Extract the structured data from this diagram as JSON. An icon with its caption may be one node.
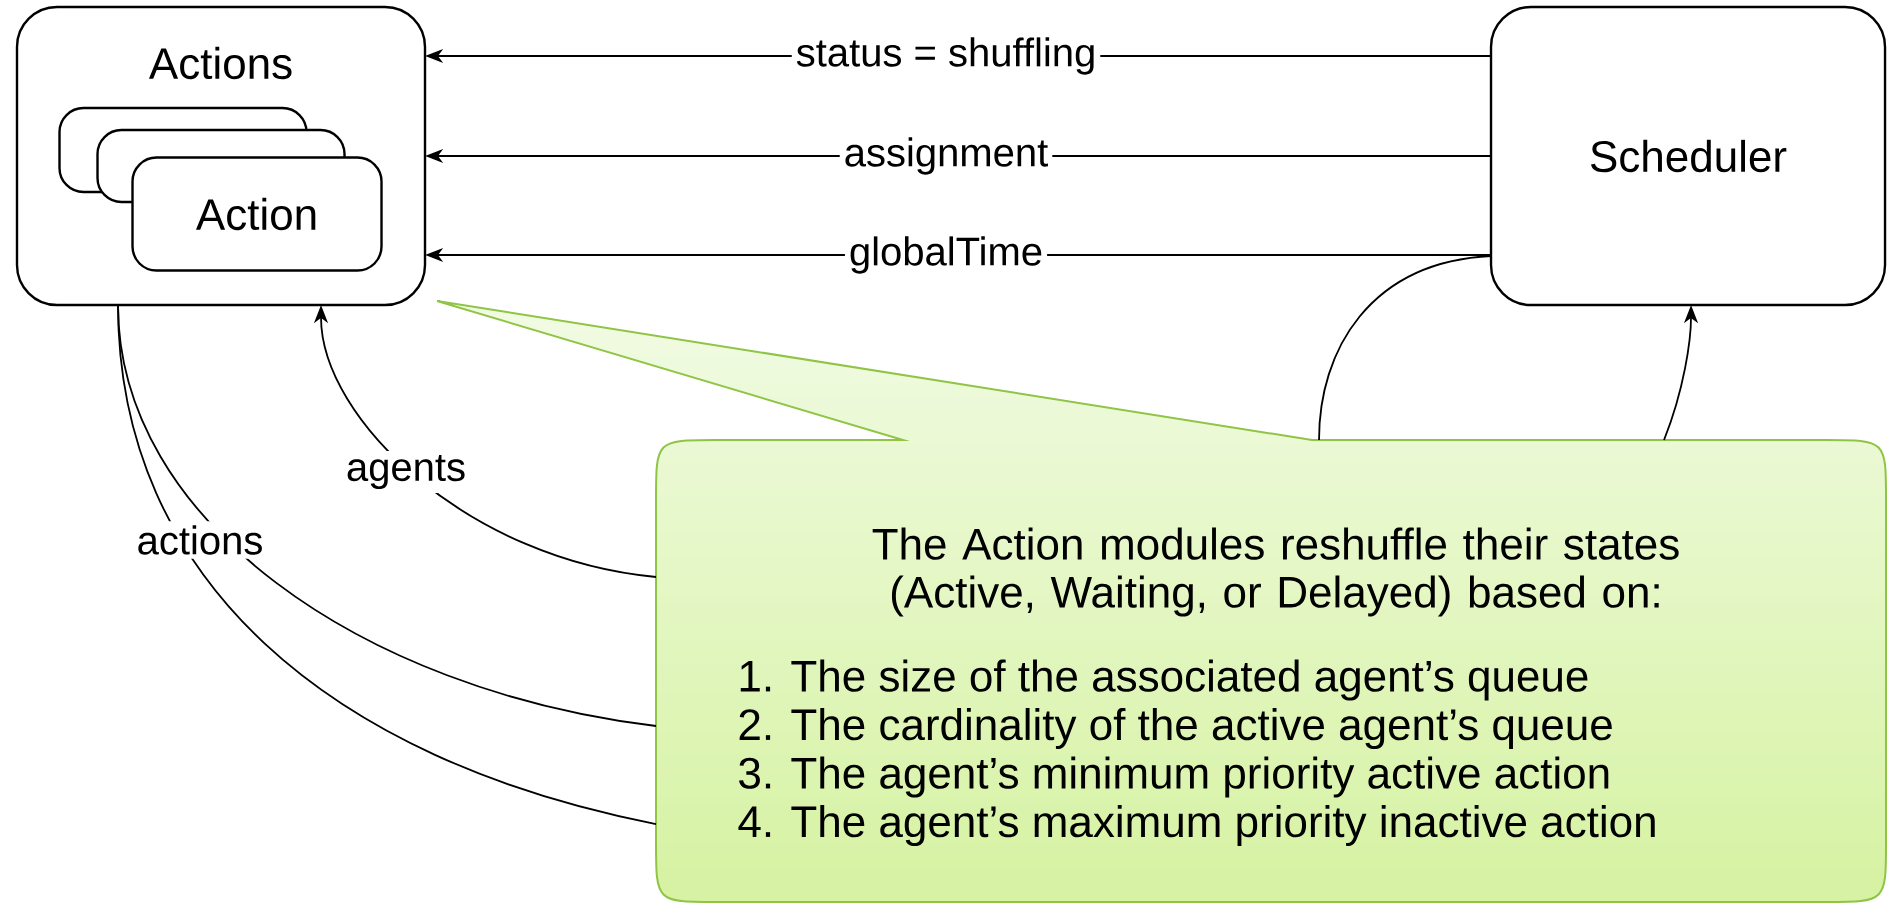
{
  "diagram": {
    "nodes": [
      {
        "text": [
          "Actions"
        ]
      },
      {
        "text": [],
        "shape": "box",
        "in": 0
      },
      {
        "text": [],
        "shape": "box",
        "in": 0
      },
      {
        "text": [
          "Action"
        ],
        "in": 0
      },
      {
        "text": [
          "Scheduler"
        ]
      },
      {
        "text": [
          "The Action modules reshuffle their states (Active, Waiting, or Delayed) based on:",
          "1. The size of the associated agent’s queue",
          "2. The cardinality of the active agent’s queue",
          "3. The agent’s minimum priority active action",
          "4. The agent’s maximum priority inactive action"
        ]
      }
    ],
    "edges": [
      {
        "from": 4,
        "to": 0,
        "arrow": "to",
        "label": "status = shuffling"
      },
      {
        "from": 4,
        "to": 0,
        "arrow": "to",
        "label": "assignment"
      },
      {
        "from": 4,
        "to": 0,
        "arrow": "to",
        "label": "globalTime"
      },
      {
        "from": 0,
        "to": 5,
        "arrow": "none",
        "label": "actions"
      },
      {
        "from": 0,
        "to": 5,
        "arrow": "none"
      },
      {
        "from": 5,
        "to": 0,
        "arrow": "to",
        "label": "agents"
      },
      {
        "from": 4,
        "to": 5,
        "arrow": "none"
      },
      {
        "from": 5,
        "to": 4,
        "arrow": "to"
      }
    ]
  }
}
